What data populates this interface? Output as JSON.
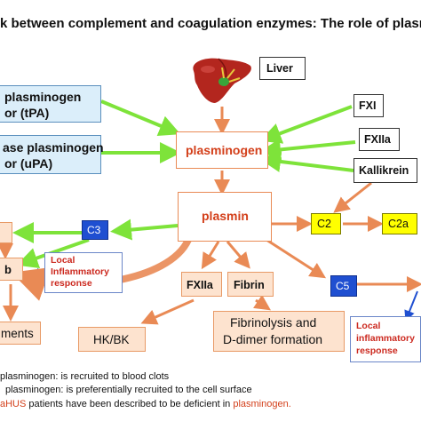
{
  "title": "k between complement and coagulation enzymes: The role of plasr",
  "liver_label": "Liver",
  "tpa_label": [
    "plasminogen",
    "or (tPA)"
  ],
  "upa_label": [
    "ase plasminogen",
    "or (uPA)"
  ],
  "plasminogen_label": "plasminogen",
  "plasmin_label": "plasmin",
  "fxi_label": "FXI",
  "fxiia_top_label": "FXIIa",
  "kallikrein_label": "Kallikrein",
  "c2_label": "C2",
  "c2a_label": "C2a",
  "c3_label": "C3",
  "c5_label": "C5",
  "left_box_1_label": "",
  "left_box_2_label": "b",
  "fxiia_bottom_label": "FXIIa",
  "fibrin_label": "Fibrin",
  "hkbk_label": "HK/BK",
  "fibrinolysis_label": [
    "Fibrinolysis and",
    "D-dimer formation"
  ],
  "ments_label": "ments",
  "local_inflam_left": [
    "Local",
    "Inflammatory",
    "response"
  ],
  "local_inflam_right": [
    "Local",
    "inflammatory",
    "response"
  ],
  "footnotes": {
    "line1": "plasminogen: is recruited to blood clots",
    "line2": "plasminogen: is preferentially recruited to the cell surface",
    "line3_prefix": "aHUS",
    "line3_middle": " patients have been described to be deficient in ",
    "line3_suffix": "plasminogen."
  },
  "colors": {
    "green_arrow": "#7ee33a",
    "orange_arrow": "#e98a55",
    "yellow_box": "#ffff00",
    "navy_box": "#1f4fd1",
    "blue_box": "#dbeefa",
    "peach_box": "#fde3cf",
    "accent_text": "#d33f1a"
  }
}
